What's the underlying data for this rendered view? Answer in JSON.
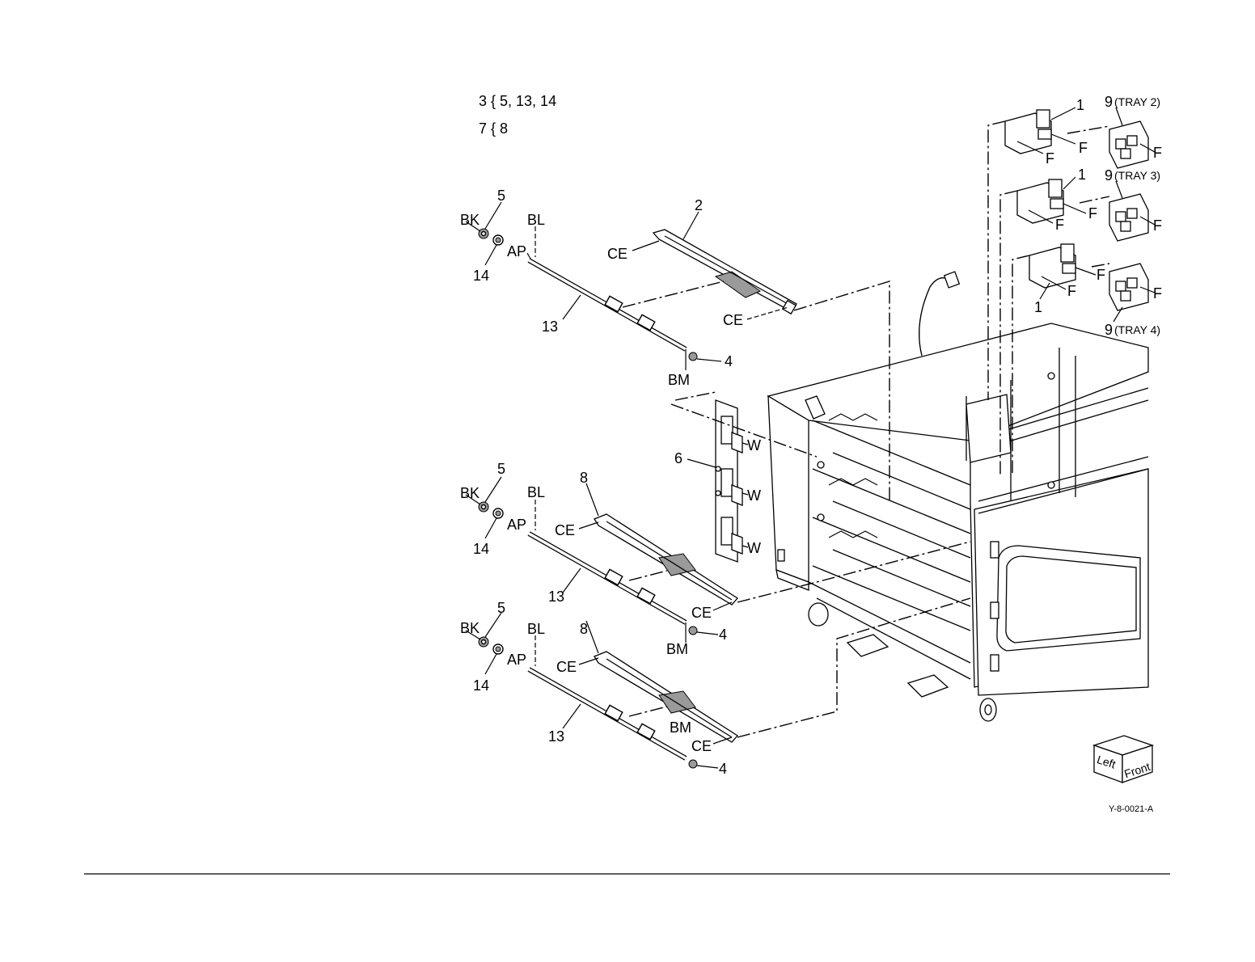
{
  "notes": {
    "line1": "3 { 5, 13, 14",
    "line2": "7 { 8"
  },
  "labels": {
    "n1": "1",
    "n2": "2",
    "n4": "4",
    "n5": "5",
    "n6": "6",
    "n8": "8",
    "n9": "9",
    "n13": "13",
    "n14": "14",
    "tray2": "(TRAY 2)",
    "tray3": "(TRAY 3)",
    "tray4": "(TRAY 4)",
    "f": "F",
    "w": "W",
    "ce": "CE",
    "bk": "BK",
    "bl": "BL",
    "ap": "AP",
    "bm": "BM"
  },
  "orientation": {
    "left": "Left",
    "front": "Front"
  },
  "reference": "Y-8-0021-A"
}
